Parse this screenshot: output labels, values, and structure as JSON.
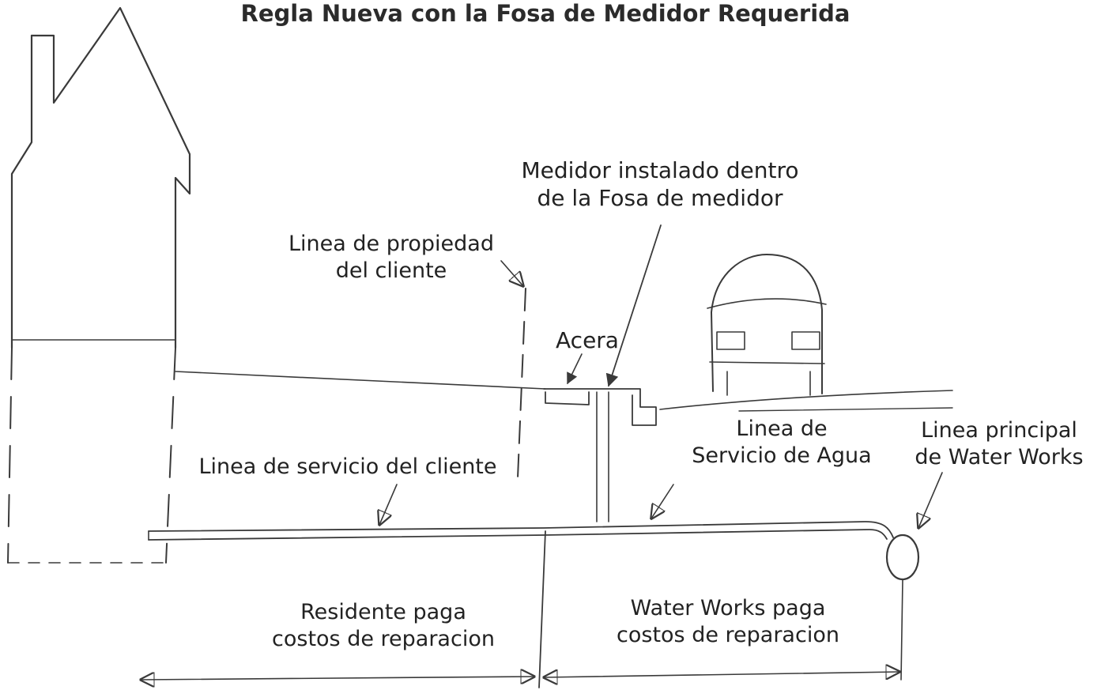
{
  "title": "Regla Nueva con la Fosa de Medidor Requerida",
  "labels": {
    "meter_line1": "Medidor instalado dentro",
    "meter_line2": "de la Fosa de medidor",
    "property_line1": "Linea de propiedad",
    "property_line2": "del cliente",
    "sidewalk": "Acera",
    "customer_service_line": "Linea de servicio del cliente",
    "water_service_line1": "Linea de",
    "water_service_line2": "Servicio de Agua",
    "main_line1": "Linea principal",
    "main_line2": "de Water Works",
    "resident_line1": "Residente paga",
    "resident_line2": "costos de reparacion",
    "waterworks_line1": "Water Works paga",
    "waterworks_line2": "costos de reparacion"
  },
  "colors": {
    "ink": "#3a3a3a",
    "background": "#ffffff"
  }
}
